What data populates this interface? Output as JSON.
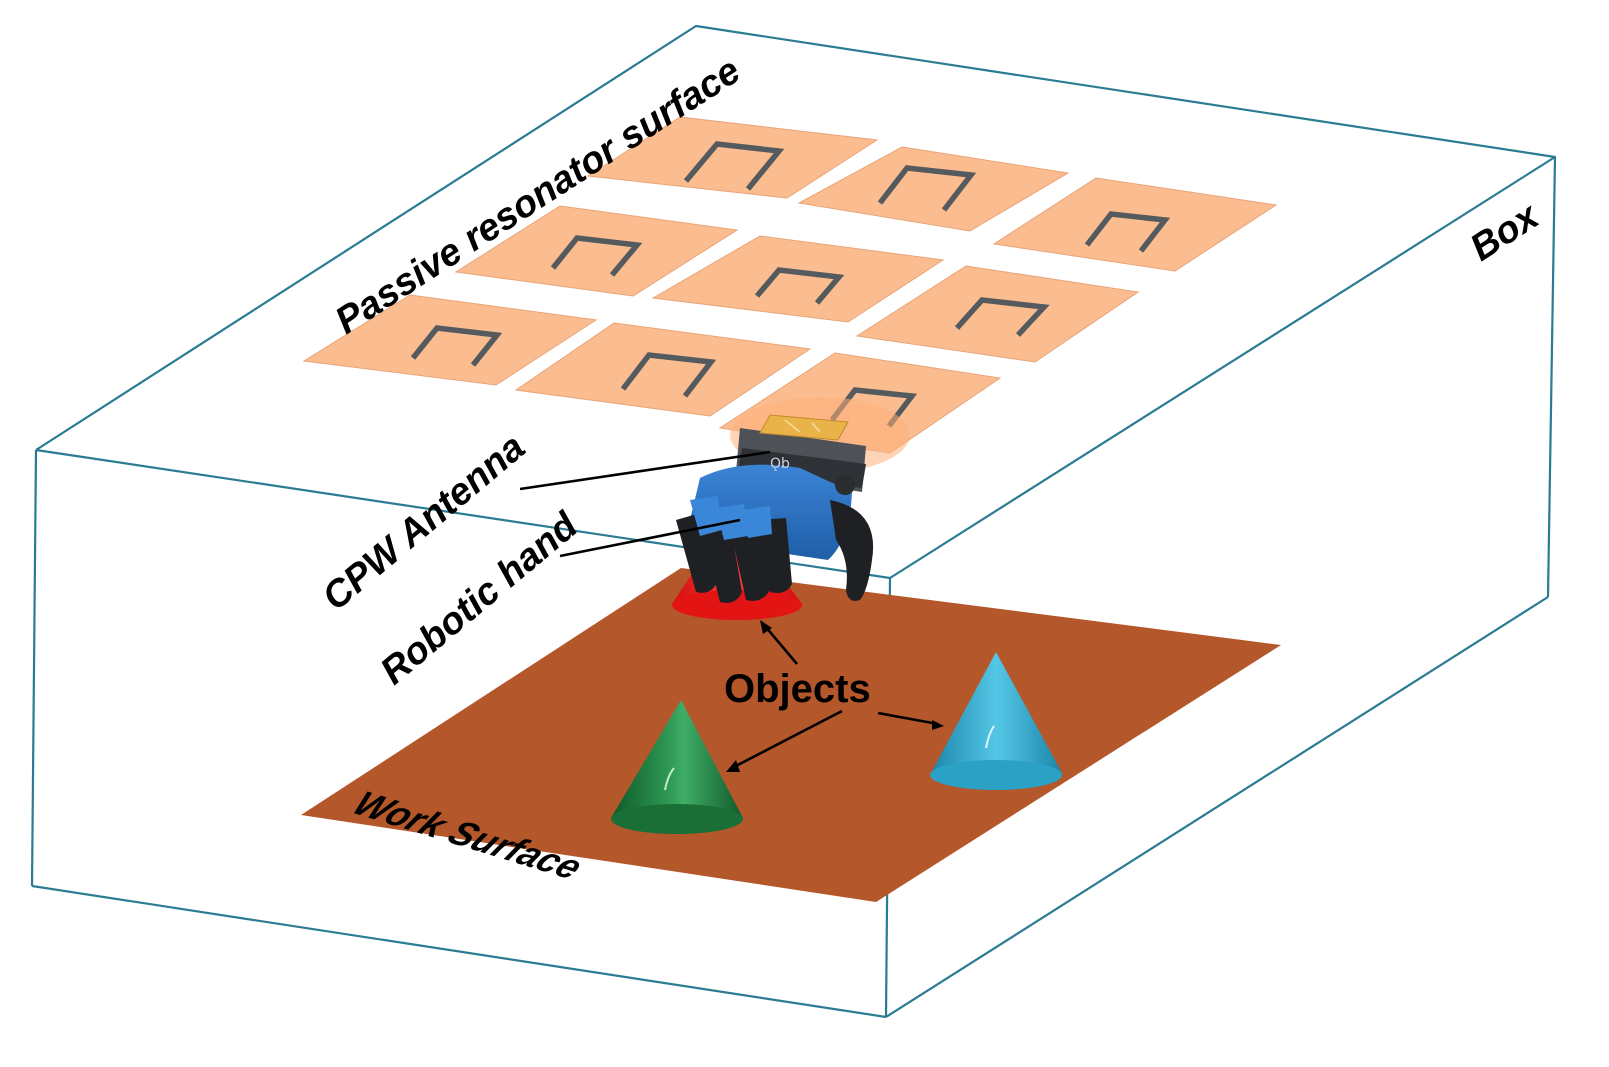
{
  "labels": {
    "box": "Box",
    "passive_resonator_surface": "Passive resonator surface",
    "cpw_antenna": "CPW Antenna",
    "robotic_hand": "Robotic hand",
    "objects": "Objects",
    "work_surface": "Work Surface"
  },
  "resonator_grid": {
    "rows": 3,
    "columns": 3
  },
  "colors": {
    "box_edge": "#2a7b93",
    "resonator_patch": "#fbbd8f",
    "resonator_slot": "#555a5e",
    "work_surface": "#b4572a",
    "object_red": "#ee1c1c",
    "object_green": "#1e7c3c",
    "object_blue": "#2aa8cc",
    "hand_blue": "#2f74c9",
    "hand_black": "#1f1f22"
  },
  "icons": {
    "hand": "robotic-hand-icon",
    "antenna": "antenna-chip-icon",
    "objects": "cone-icon"
  }
}
